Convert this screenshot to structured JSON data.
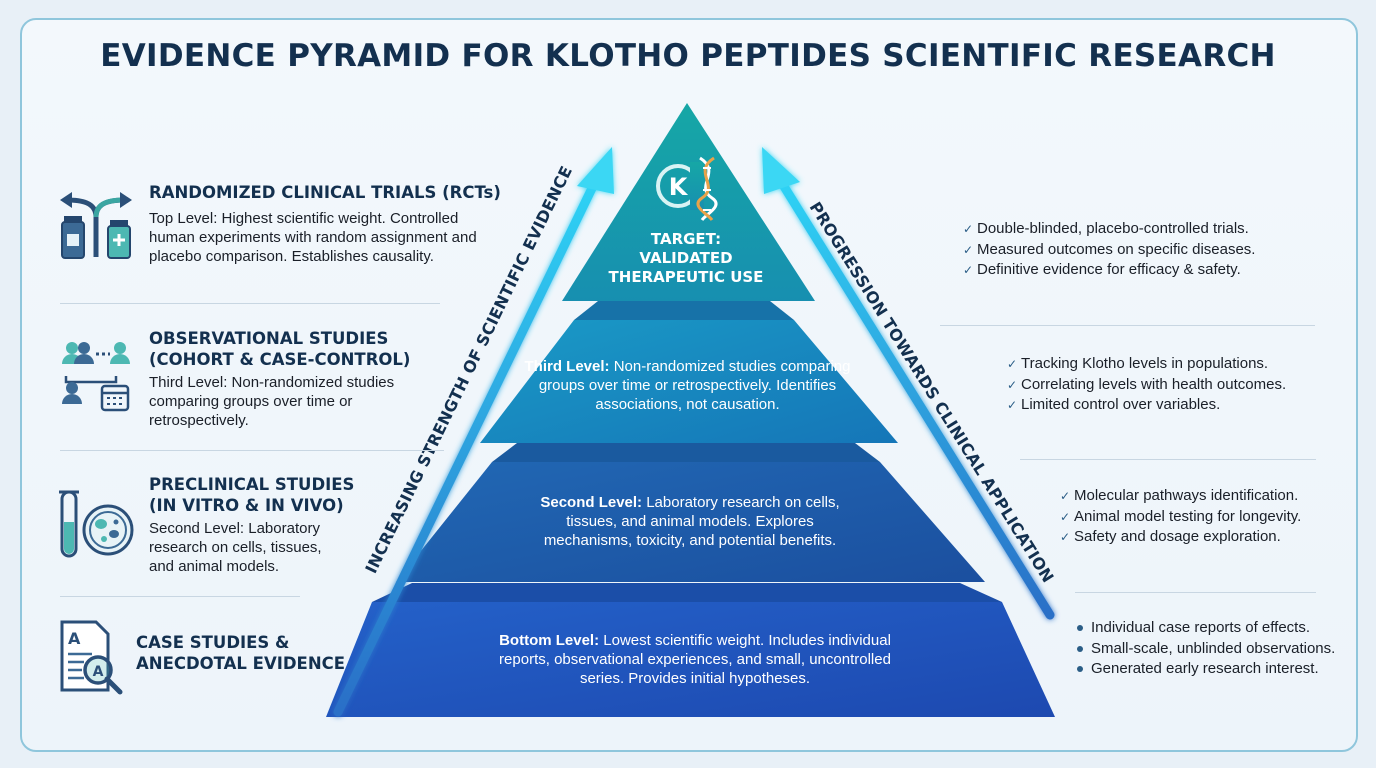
{
  "title": "EVIDENCE PYRAMID FOR KLOTHO PEPTIDES SCIENTIFIC RESEARCH",
  "left_side_label": "INCREASING STRENGTH OF SCIENTIFIC EVIDENCE",
  "right_side_label": "PROGRESSION TOWARDS CLINICAL APPLICATION",
  "pyramid": {
    "logo_letter": "K",
    "top": "TARGET:\nVALIDATED\nTHERAPEUTIC USE",
    "third": {
      "bold": "Third Level:",
      "text": " Non-randomized studies comparing groups over time or retrospectively. Identifies associations, not causation."
    },
    "second": {
      "bold": "Second Level:",
      "text": " Laboratory research on cells, tissues, and animal models. Explores mechanisms, toxicity, and potential benefits."
    },
    "bottom": {
      "bold": "Bottom Level:",
      "text": " Lowest scientific weight. Includes individual reports, observational experiences, and small, uncontrolled series. Provides initial hypotheses."
    }
  },
  "left_items": [
    {
      "heading": "RANDOMIZED CLINICAL TRIALS (RCTs)",
      "body": "Top Level: Highest scientific weight. Controlled human experiments with random assignment and placebo comparison. Establishes causality.",
      "icon": "rct-icon"
    },
    {
      "heading": "OBSERVATIONAL STUDIES\n(COHORT & CASE-CONTROL)",
      "body": "Third Level: Non-randomized studies comparing groups over time or retrospectively.",
      "icon": "observational-icon"
    },
    {
      "heading": "PRECLINICAL STUDIES\n(IN VITRO & IN VIVO)",
      "body": "Second Level: Laboratory research on cells, tissues, and animal models.",
      "icon": "preclinical-icon"
    },
    {
      "heading": "CASE STUDIES &\nANECDOTAL EVIDENCE",
      "body": "",
      "icon": "case-study-icon"
    }
  ],
  "right_lists": [
    [
      "Double-blinded, placebo-controlled trials.",
      "Measured outcomes on specific diseases.",
      "Definitive evidence for efficacy & safety."
    ],
    [
      "Tracking Klotho levels in populations.",
      "Correlating levels with health outcomes.",
      "Limited control over variables."
    ],
    [
      "Molecular pathways identification.",
      "Animal model testing for longevity.",
      "Safety and dosage exploration."
    ],
    [
      "Individual case reports of effects.",
      "Small-scale, unblinded observations.",
      "Generated early research interest."
    ]
  ],
  "colors": {
    "title": "#13304f",
    "top_tier": "#17a0a8",
    "third_tier": "#1987bd",
    "second_tier": "#1f5fad",
    "bottom_tier": "#2158c6",
    "arrow_glow": "#2fd3f5"
  }
}
